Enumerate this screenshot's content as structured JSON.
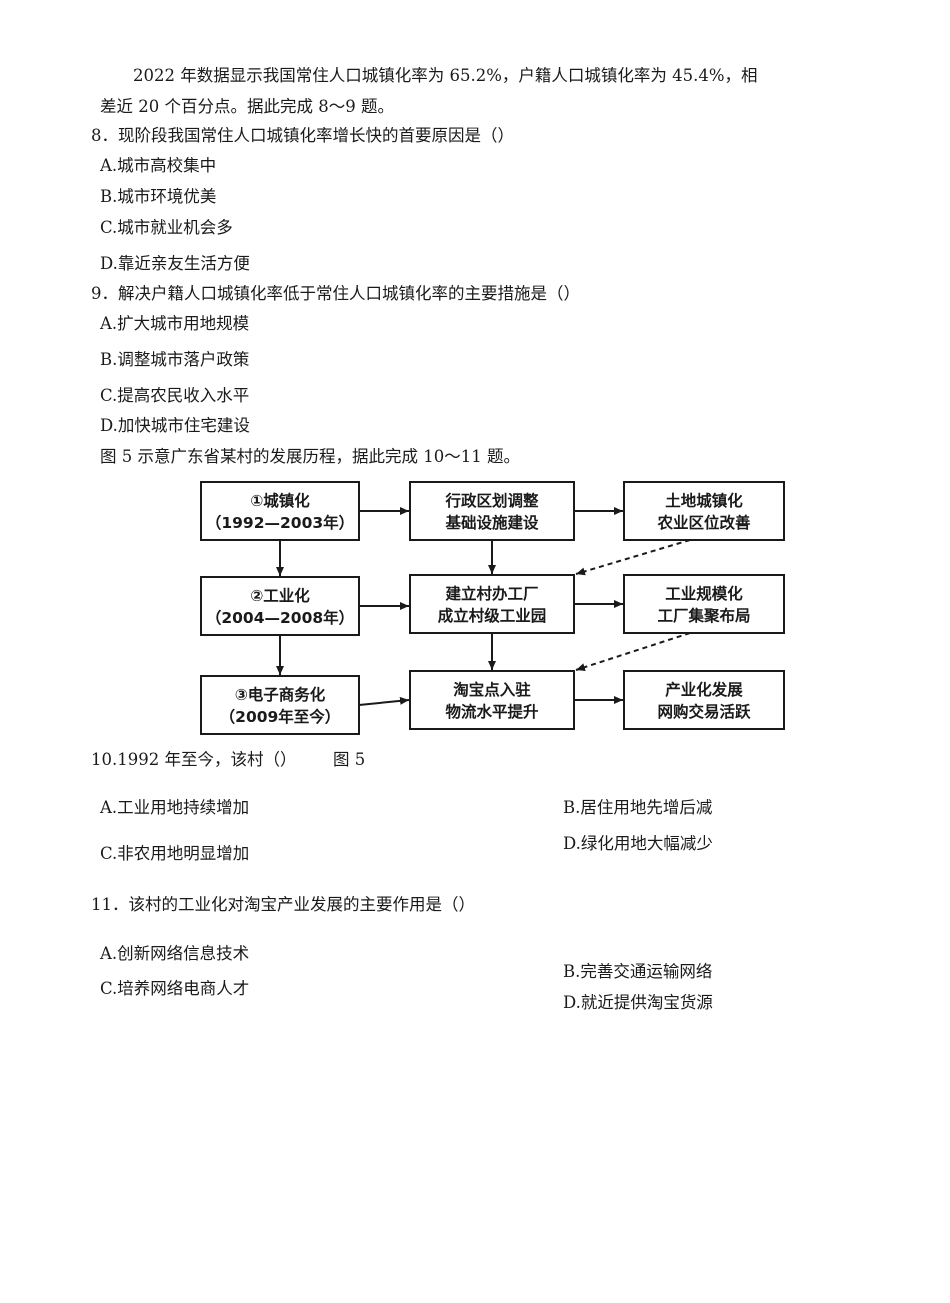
{
  "intro": {
    "line1": "2022 年数据显示我国常住人口城镇化率为 65.2%，户籍人口城镇化率为 45.4%，相",
    "line2": "差近 20 个百分点。据此完成 8～9 题。"
  },
  "q8": {
    "stem": "8．现阶段我国常住人口城镇化率增长快的首要原因是（）",
    "options": [
      "A.城市高校集中",
      "B.城市环境优美",
      "C.城市就业机会多",
      "D.靠近亲友生活方便"
    ]
  },
  "q9": {
    "stem": "9．解决户籍人口城镇化率低于常住人口城镇化率的主要措施是（）",
    "options": [
      "A.扩大城市用地规模",
      "B.调整城市落户政策",
      "C.提高农民收入水平",
      "D.加快城市住宅建设"
    ]
  },
  "fig_intro": "图 5 示意广东省某村的发展历程，据此完成 10～11 题。",
  "figure": {
    "stages": [
      {
        "name": "①城镇化",
        "period": "（1992—2003年）"
      },
      {
        "name": "②工业化",
        "period": "（2004—2008年）"
      },
      {
        "name": "③电子商务化",
        "period": "（2009年至今）"
      }
    ],
    "middle": [
      {
        "l1": "行政区划调整",
        "l2": "基础设施建设"
      },
      {
        "l1": "建立村办工厂",
        "l2": "成立村级工业园"
      },
      {
        "l1": "淘宝点入驻",
        "l2": "物流水平提升"
      }
    ],
    "right": [
      {
        "l1": "土地城镇化",
        "l2": "农业区位改善"
      },
      {
        "l1": "工业规模化",
        "l2": "工厂集聚布局"
      },
      {
        "l1": "产业化发展",
        "l2": "网购交易活跃"
      }
    ],
    "caption": "图 5"
  },
  "q10": {
    "stem": "10.1992 年至今，该村（）",
    "options": [
      "A.工业用地持续增加",
      "B.居住用地先增后减",
      "C.非农用地明显增加",
      "D.绿化用地大幅减少"
    ]
  },
  "q11": {
    "stem": "11．该村的工业化对淘宝产业发展的主要作用是（）",
    "options": [
      "A.创新网络信息技术",
      "B.完善交通运输网络",
      "C.培养网络电商人才",
      "D.就近提供淘宝货源"
    ]
  }
}
